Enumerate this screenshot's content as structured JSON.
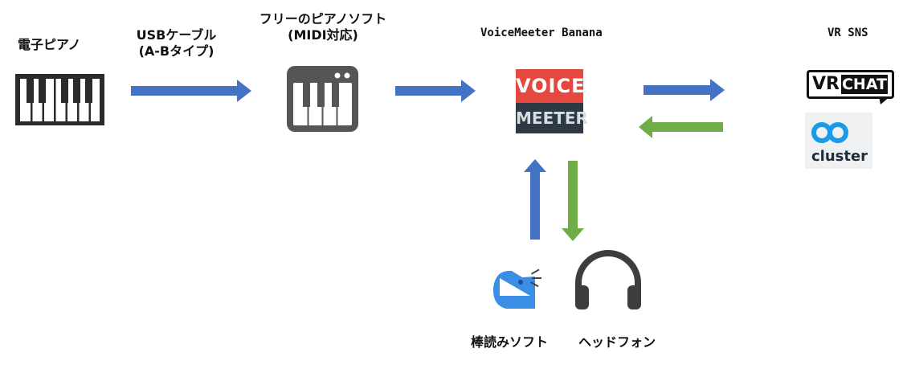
{
  "nodes": {
    "piano": {
      "label": "電子ピアノ"
    },
    "usb_cable": {
      "line1": "USBケーブル",
      "line2": "(A-Bタイプ)"
    },
    "piano_software": {
      "line1": "フリーのピアノソフト",
      "line2": "(MIDI対応)"
    },
    "voicemeeter": {
      "label": "VoiceMeeter Banana",
      "logo_top": "VOICE",
      "logo_bottom": "MEETER"
    },
    "vr_sns": {
      "label": "VR SNS",
      "vrchat_left": "VR",
      "vrchat_right": "CHAT",
      "cluster_word": "cluster"
    },
    "bouyomi": {
      "label": "棒読みソフト"
    },
    "headphones": {
      "label": "ヘッドフォン"
    }
  },
  "icons": [
    "piano-keyboard-icon",
    "piano-app-icon",
    "voicemeeter-logo",
    "vrchat-logo",
    "cluster-logo",
    "bouyomi-bird-icon",
    "headphones-icon"
  ],
  "colors": {
    "arrow_blue": "#4472c4",
    "arrow_green": "#70ad47",
    "voice_red": "#e5483e",
    "meeter_dark": "#2d3a45",
    "bird_blue": "#3a8ee6"
  }
}
